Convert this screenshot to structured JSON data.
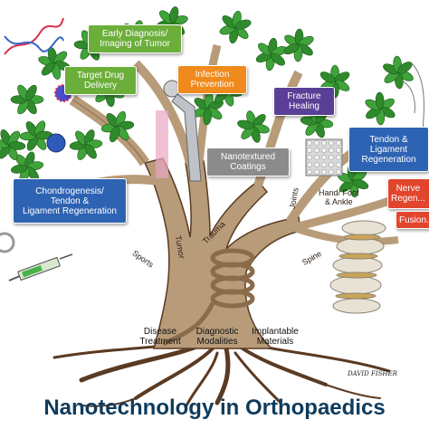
{
  "title": "Nanotechnology in Orthopaedics",
  "signature": "DAVID FISHER",
  "categories": {
    "disease_treatment": "Disease\nTreatment",
    "diagnostic_modalities": "Diagnostic\nModalities",
    "implantable_materials": "Implantable\nMaterials"
  },
  "branches": {
    "sports": "Sports",
    "tumor": "Tumor",
    "trauma": "Trauma",
    "joints": "Joints",
    "spine": "Spine",
    "hand_foot_ankle": "Hand/ Foot\n& Ankle"
  },
  "applications": {
    "early_diagnosis": "Early Diagnosis/\nImaging of Tumor",
    "target_drug": "Target Drug\nDelivery",
    "infection_prevention": "Infection\nPrevention",
    "fracture_healing": "Fracture\nHealing",
    "nanotextured_coatings": "Nanotextured\nCoatings",
    "tendon_ligament_right": "Tendon &\nLigament\nRegeneration",
    "chondrogenesis": "Chondrogenesis/\nTendon &\nLigament Regeneration",
    "nerve_regen": "Nerve\nRegen...",
    "fusion": "Fusion..."
  },
  "colors": {
    "green": "#6cae3a",
    "orange": "#f08a1c",
    "purple": "#5a3f96",
    "gray": "#8b8b8b",
    "blue": "#2e63b3",
    "red": "#e2452d",
    "trunk": "#b89c79",
    "leaf": "#2f8a2b",
    "title": "#0f3b5c"
  }
}
